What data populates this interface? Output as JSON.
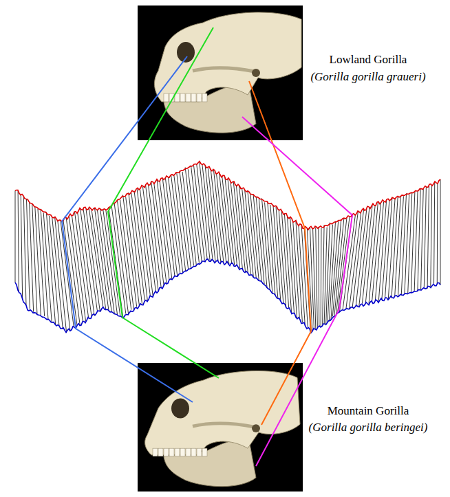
{
  "diagram": {
    "labels": [
      "Lowland Gorilla",
      "(Gorilla gorilla graueri)",
      "Mountain Gorilla",
      "(Gorilla gorilla beringei)"
    ]
  }
}
